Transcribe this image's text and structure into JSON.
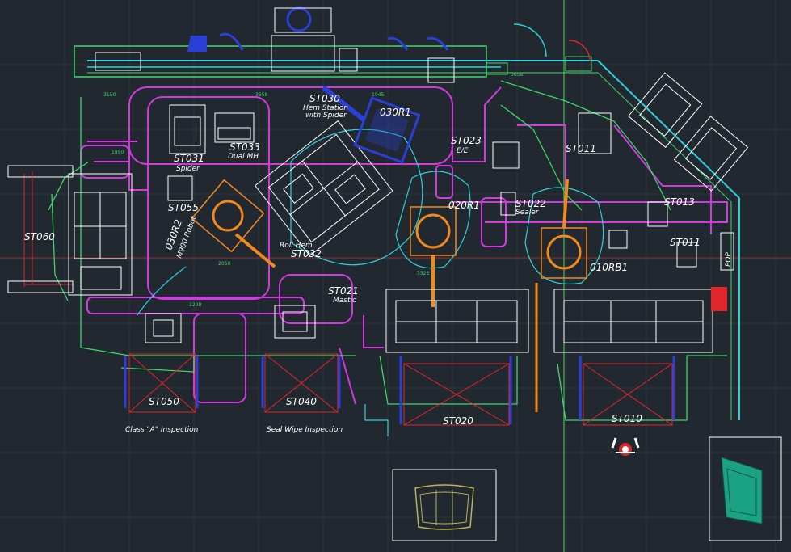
{
  "stations": {
    "st030": "ST030",
    "st030_sub1": "Hem Station",
    "st030_sub2": "with Spider",
    "r030r1": "030R1",
    "st023": "ST023",
    "st023_sub": "E/E",
    "st011a": "ST011",
    "st031": "ST031",
    "st031_sub": "Spider",
    "st033": "ST033",
    "st033_sub": "Dual MH",
    "st013": "ST013",
    "st055": "ST055",
    "r020r1": "020R1",
    "st022": "ST022",
    "st022_sub": "Sealer",
    "st060": "ST060",
    "r030r2": "030R2",
    "r030r2_sub": "M900 Robot",
    "roll_hem": "Roll Hem",
    "st032": "ST032",
    "st011b": "ST011",
    "r010rb1": "010RB1",
    "pop": "POP",
    "st021": "ST021",
    "st021_sub": "Mastic",
    "st050": "ST050",
    "st040": "ST040",
    "st020": "ST020",
    "st010": "ST010",
    "class_a": "Class \"A\" Inspection",
    "seal_wipe": "Seal Wipe Inspection"
  },
  "dims": {
    "d1": "3150",
    "d2": "3658",
    "d3": "1945",
    "d4": "3658",
    "d5": "2050",
    "d6": "1200",
    "d7": "3525",
    "d8": "1850"
  },
  "colors": {
    "background": "#212830",
    "walkway": "#d13adf",
    "conveyor": "#ffffff",
    "robot": "#f08a1e",
    "guard": "#3fd66a",
    "envelope": "#2fd0d9",
    "safety": "#e0262a",
    "tooling": "#2a3ed8",
    "preview_part": "#b7b45a",
    "preview_panel": "#1aa283"
  },
  "icons": {
    "operator": "operator-icon",
    "door_panel": "door-panel-preview",
    "hood_panel": "hood-panel-preview"
  }
}
